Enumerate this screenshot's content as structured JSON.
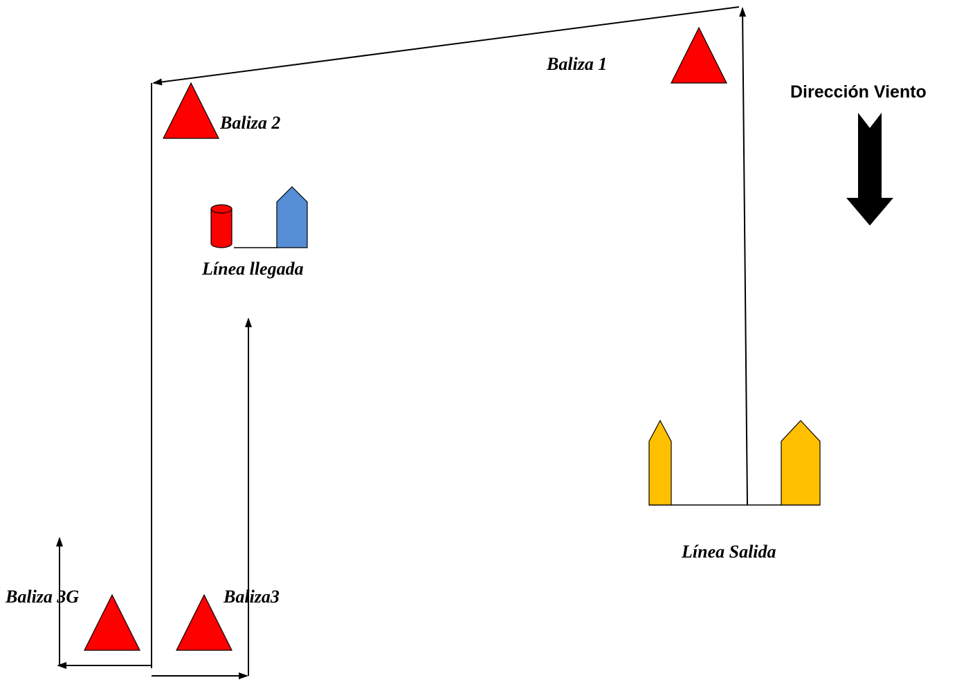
{
  "labels": {
    "baliza1": "Baliza 1",
    "baliza2": "Baliza 2",
    "baliza3g": "Baliza 3G",
    "baliza3": "Baliza3",
    "linea_llegada": "Línea llegada",
    "linea_salida": "Línea Salida",
    "direccion_viento": "Dirección Viento"
  },
  "colors": {
    "mark": "#ff0000",
    "finish_boat": "#558ed5",
    "finish_buoy": "#ff0000",
    "start_boats": "#ffc000",
    "wind_arrow": "#000000"
  },
  "icons": {
    "mark": "red-triangle-buoy-icon",
    "finish_buoy": "red-cylinder-buoy-icon",
    "finish_boat": "blue-committee-boat-icon",
    "start_boats": "yellow-committee-boat-icon",
    "wind": "down-arrow-icon"
  }
}
